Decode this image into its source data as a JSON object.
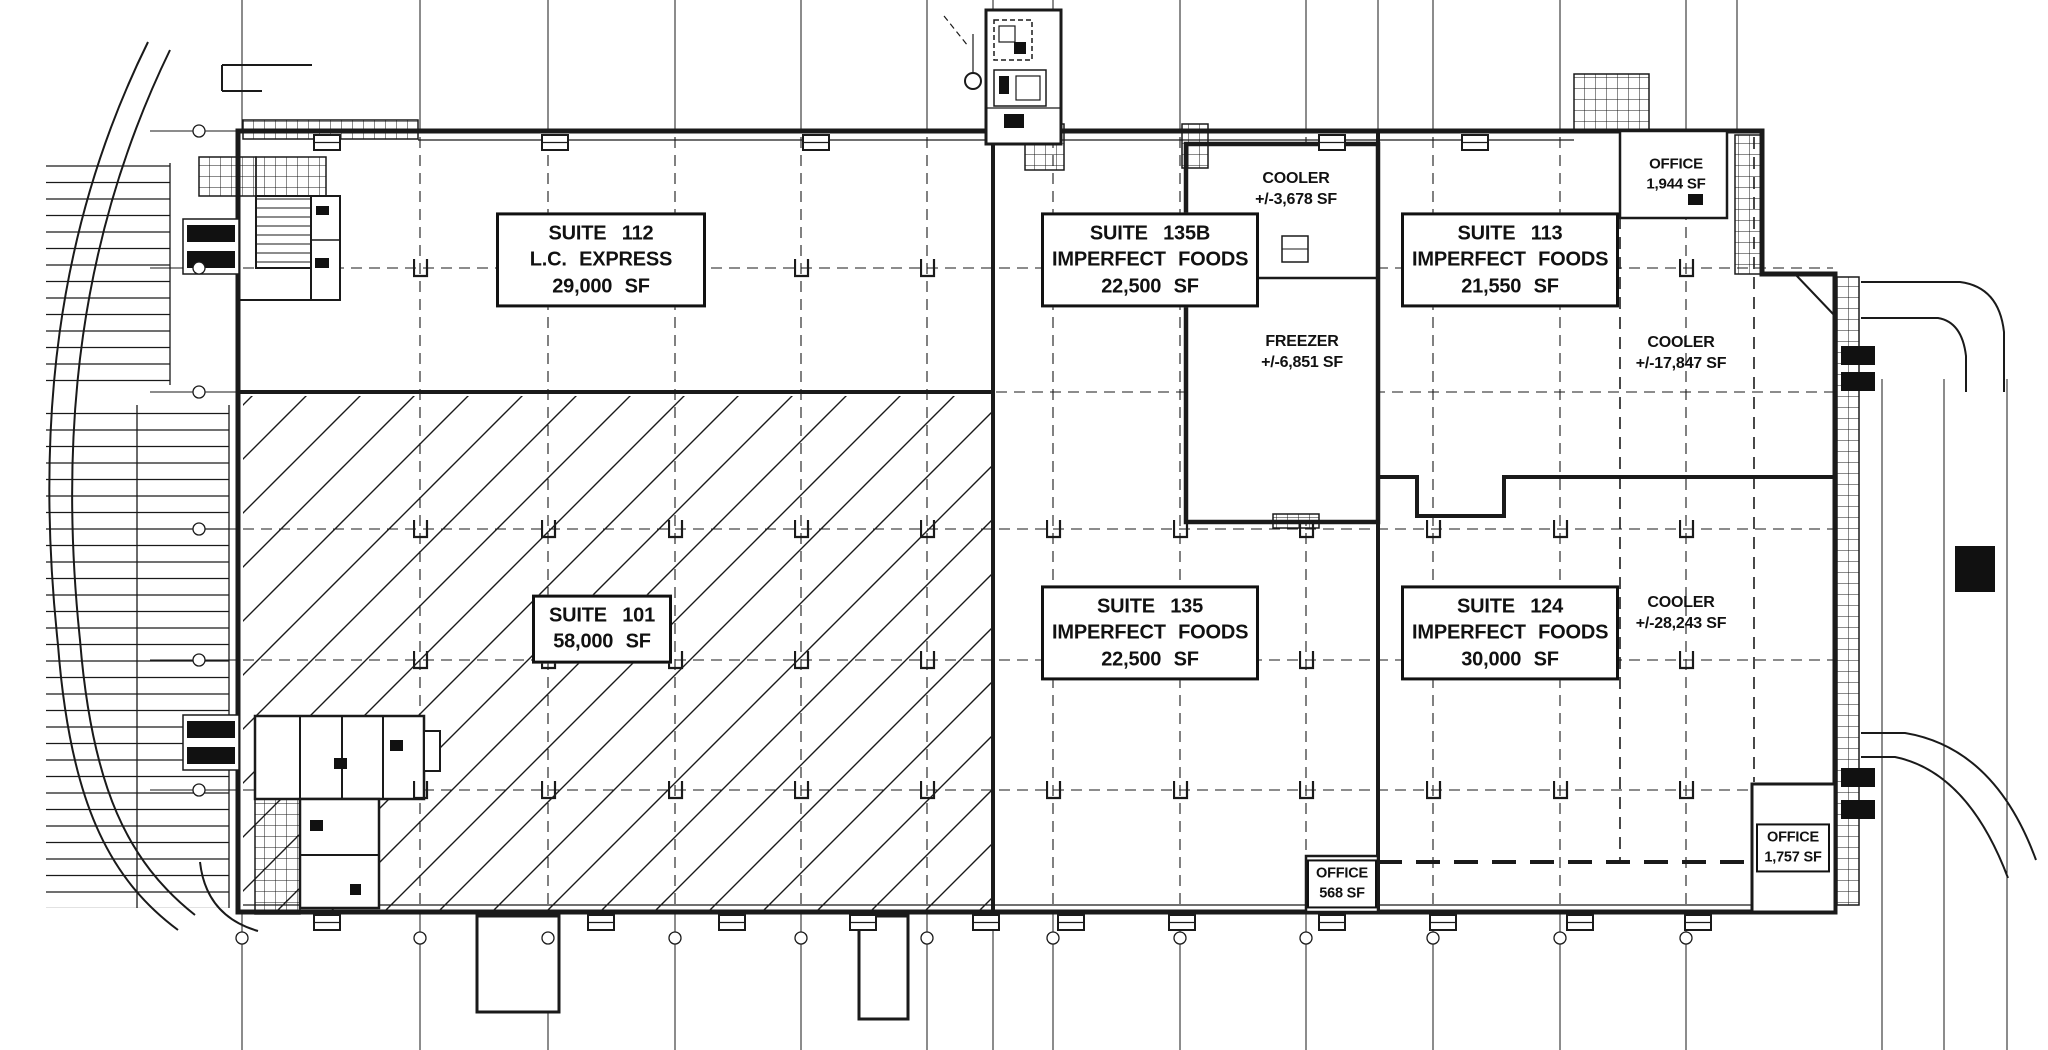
{
  "suites": [
    {
      "name": "SUITE 112",
      "tenant": "L.C. EXPRESS",
      "area": "29,000 SF"
    },
    {
      "name": "SUITE 135B",
      "tenant": "IMPERFECT FOODS",
      "area": "22,500 SF"
    },
    {
      "name": "SUITE 113",
      "tenant": "IMPERFECT FOODS",
      "area": "21,550 SF"
    },
    {
      "name": "SUITE 101",
      "area": "58,000 SF"
    },
    {
      "name": "SUITE 135",
      "tenant": "IMPERFECT FOODS",
      "area": "22,500 SF"
    },
    {
      "name": "SUITE 124",
      "tenant": "IMPERFECT FOODS",
      "area": "30,000 SF"
    }
  ],
  "zones": {
    "cooler_a": {
      "label": "COOLER",
      "area": "+/-3,678 SF"
    },
    "freezer": {
      "label": "FREEZER",
      "area": "+/-6,851 SF"
    },
    "cooler_b": {
      "label": "COOLER",
      "area": "+/-17,847 SF"
    },
    "cooler_c": {
      "label": "COOLER",
      "area": "+/-28,243 SF"
    },
    "office_a": {
      "label": "OFFICE",
      "area": "1,944 SF"
    },
    "office_b": {
      "label": "OFFICE",
      "area": "568 SF"
    },
    "office_c": {
      "label": "OFFICE",
      "area": "1,757 SF"
    }
  },
  "colors": {
    "line": "#1a1a1a",
    "background": "#ffffff"
  }
}
